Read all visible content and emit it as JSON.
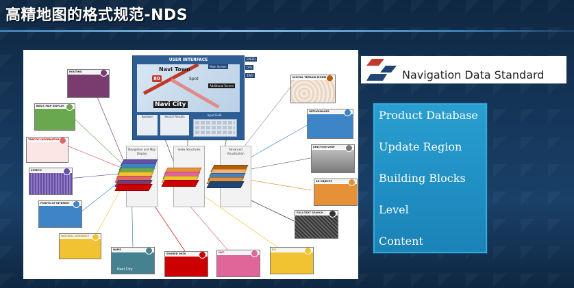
{
  "slide": {
    "title": "高精地图的格式规范-NDS"
  },
  "logo": {
    "text": "Navigation Data Standard",
    "colors": [
      "#c0392b",
      "#1f4574"
    ]
  },
  "menu": {
    "items": [
      "Product Database",
      "Update Region",
      "Building Blocks",
      "Level",
      "Content"
    ]
  },
  "diagram": {
    "user_interface": {
      "header": "USER INTERFACE",
      "main_screen": "Main Screen",
      "additional_screen": "Additional Screen",
      "navi_town": "Navi Town",
      "navi_city": "Navi City",
      "spot": "Spot",
      "speed": "80",
      "speaker": "Speaker",
      "search_results": "Search Results",
      "input_field": "Input Field",
      "side_tags": [
        "SPEED",
        "GPS",
        "4WD"
      ]
    },
    "columns": [
      {
        "label": "Navigation and Map Display"
      },
      {
        "label": "Index Structures"
      },
      {
        "label": "Advanced Visualization"
      }
    ],
    "cards_left": [
      {
        "label": "ROUTING"
      },
      {
        "label": "BASIC MAP DISPLAY"
      },
      {
        "label": "TRAFFIC INFORMATION"
      },
      {
        "label": "SPEECH"
      },
      {
        "label": "POINTS OF INTEREST"
      },
      {
        "label": "NATURAL GUIDANCE"
      }
    ],
    "cards_bottom": [
      {
        "label": "NAME",
        "detail": "Navi City"
      },
      {
        "label": "SHARED DATA"
      },
      {
        "label": "NVC"
      },
      {
        "label": "ELI"
      }
    ],
    "cards_right": [
      {
        "label": "DIGITAL TERRAIN MODEL"
      },
      {
        "label": "ORTHOIMAGES"
      },
      {
        "label": "JUNCTION VIEW"
      },
      {
        "label": "3D OBJECTS"
      },
      {
        "label": "FULL-TEXT SEARCH"
      }
    ]
  }
}
